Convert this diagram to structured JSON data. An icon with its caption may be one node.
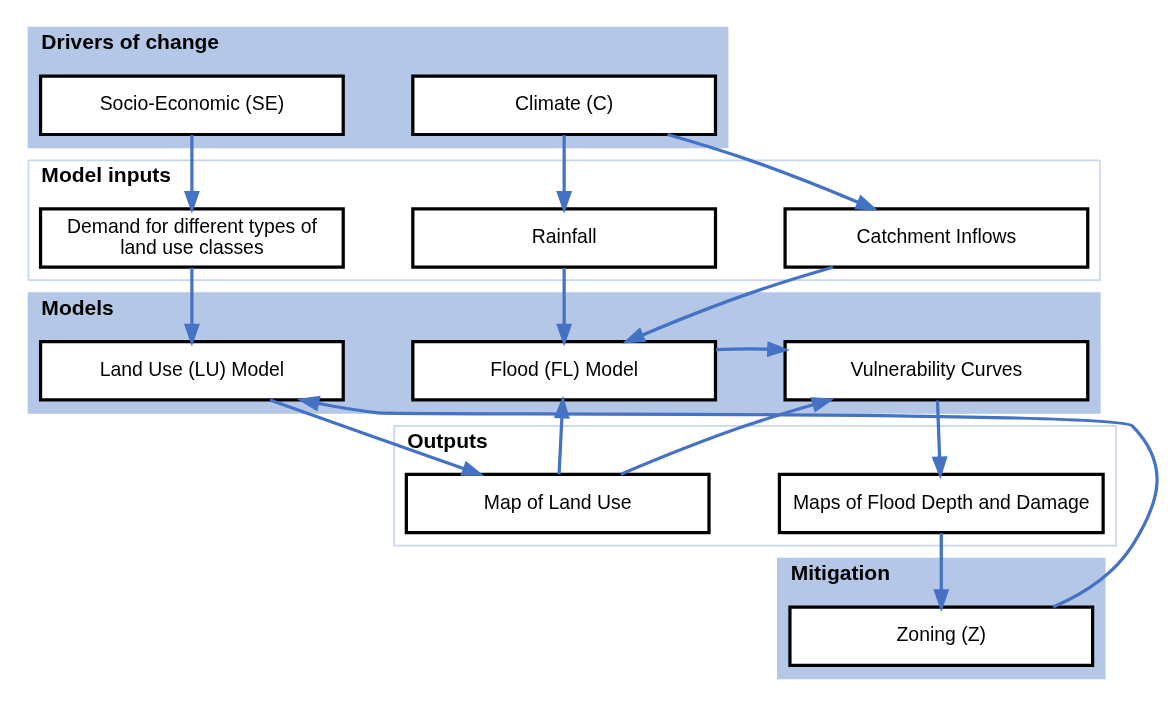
{
  "diagram": {
    "nodes": [
      {
        "text": [
          "Drivers of change"
        ]
      },
      {
        "text": [
          "Socio-Economic (SE)"
        ],
        "in": 0
      },
      {
        "text": [
          "Climate (C)"
        ],
        "in": 0
      },
      {
        "text": [
          "Model inputs"
        ]
      },
      {
        "text": [
          "Demand for different types of land use classes"
        ],
        "in": 3
      },
      {
        "text": [
          "Rainfall"
        ],
        "in": 3
      },
      {
        "text": [
          "Catchment Inflows"
        ],
        "in": 3
      },
      {
        "text": [
          "Models"
        ]
      },
      {
        "text": [
          "Land Use (LU) Model"
        ],
        "in": 7
      },
      {
        "text": [
          "Flood (FL) Model"
        ],
        "in": 7
      },
      {
        "text": [
          "Vulnerability Curves"
        ],
        "in": 7
      },
      {
        "text": [
          "Outputs"
        ]
      },
      {
        "text": [
          "Map of Land Use"
        ],
        "in": 11
      },
      {
        "text": [
          "Maps of Flood Depth and Damage"
        ],
        "in": 11
      },
      {
        "text": [
          "Mitigation"
        ]
      },
      {
        "text": [
          "Zoning (Z)"
        ],
        "in": 14
      }
    ],
    "edges": [
      {
        "from": 1,
        "to": 4,
        "arrow": "to"
      },
      {
        "from": 2,
        "to": 5,
        "arrow": "to"
      },
      {
        "from": 2,
        "to": 6,
        "arrow": "to"
      },
      {
        "from": 5,
        "to": 9,
        "arrow": "to"
      },
      {
        "from": 6,
        "to": 9,
        "arrow": "to"
      },
      {
        "from": 4,
        "to": 8,
        "arrow": "to"
      },
      {
        "from": 8,
        "to": 12,
        "arrow": "to"
      },
      {
        "from": 12,
        "to": 9,
        "arrow": "to"
      },
      {
        "from": 12,
        "to": 10,
        "arrow": "to"
      },
      {
        "from": 9,
        "to": 10,
        "arrow": "to"
      },
      {
        "from": 10,
        "to": 13,
        "arrow": "to"
      },
      {
        "from": 13,
        "to": 15,
        "arrow": "to"
      },
      {
        "from": 15,
        "to": 8,
        "arrow": "to"
      }
    ]
  }
}
